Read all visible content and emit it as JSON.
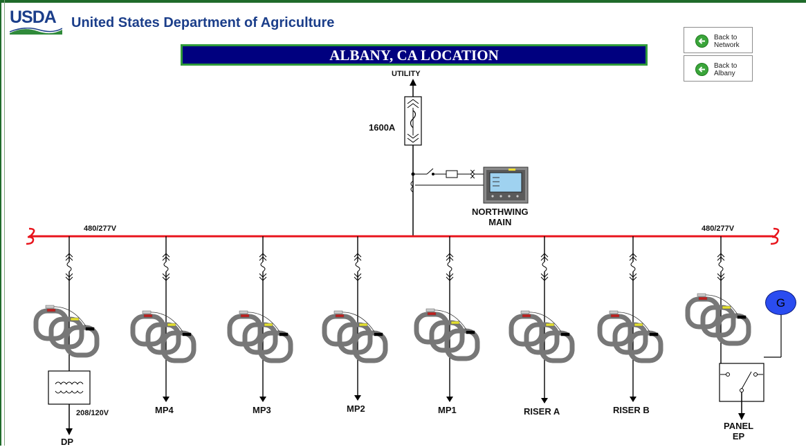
{
  "header": {
    "logo_text": "USDA",
    "agency_name": "United States Department of Agriculture",
    "page_title": "ALBANY, CA LOCATION"
  },
  "nav": {
    "back_network_line1": "Back to",
    "back_network_line2": "Network",
    "back_albany_line1": "Back to",
    "back_albany_line2": "Albany"
  },
  "diagram": {
    "utility_label": "UTILITY",
    "breaker_rating": "1600A",
    "meter_label_line1": "NORTHWING",
    "meter_label_line2": "MAIN",
    "bus_voltage_left": "480/277V",
    "bus_voltage_right": "480/277V",
    "transformer_secondary": "208/120V",
    "generator_label": "G",
    "branches": [
      {
        "label": "DP"
      },
      {
        "label": "MP4"
      },
      {
        "label": "MP3"
      },
      {
        "label": "MP2"
      },
      {
        "label": "MP1"
      },
      {
        "label": "RISER A"
      },
      {
        "label": "RISER B"
      },
      {
        "label_line1": "PANEL",
        "label_line2": "EP"
      }
    ]
  },
  "colors": {
    "bus": "#e8141c",
    "title_bg": "#00007f",
    "title_border": "#2f9a3a",
    "brand_blue": "#1b3e8a",
    "generator": "#2a4cf0",
    "ct_body": "#777777"
  }
}
